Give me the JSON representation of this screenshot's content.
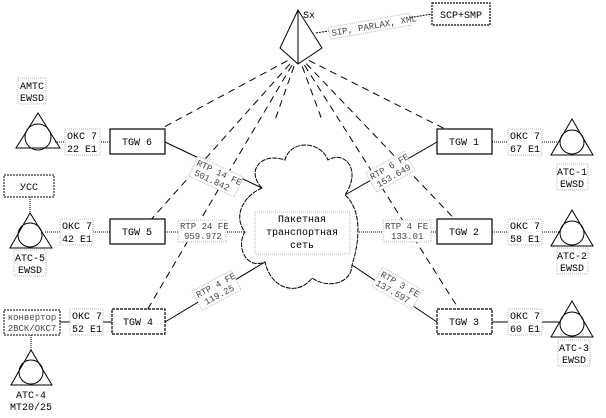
{
  "sx": {
    "label": "Sx"
  },
  "scp": {
    "label": "SCP+SMP"
  },
  "sx_link": {
    "label": "SIP, PARLAX, XML"
  },
  "cloud": {
    "line1": "Пакетная",
    "line2": "транспортная",
    "line3": "сеть"
  },
  "gateways": [
    {
      "id": "tgw1",
      "label": "TGW 1",
      "okc1": "ОКС 7",
      "okc2": "67 E1",
      "rtp1": "RTP 6 FE",
      "rtp2": "153.649",
      "exch1": "АТС-1",
      "exch2": "EWSD"
    },
    {
      "id": "tgw2",
      "label": "TGW 2",
      "okc1": "ОКС 7",
      "okc2": "58 E1",
      "rtp1": "RTP 4 FE",
      "rtp2": "133.01",
      "exch1": "АТС-2",
      "exch2": "EWSD"
    },
    {
      "id": "tgw3",
      "label": "TGW 3",
      "okc1": "ОКС 7",
      "okc2": "60 E1",
      "rtp1": "RTP 3 FE",
      "rtp2": "137.597",
      "exch1": "АТС-3",
      "exch2": "EWSD"
    },
    {
      "id": "tgw4",
      "label": "TGW 4",
      "okc1": "ОКС 7",
      "okc2": "52 E1",
      "rtp1": "RTP 4 FE",
      "rtp2": "119.25",
      "exch1": "АТС-4",
      "exch2": "МТ20/25"
    },
    {
      "id": "tgw5",
      "label": "TGW 5",
      "okc1": "ОКС 7",
      "okc2": "42 E1",
      "rtp1": "RTP 24 FE",
      "rtp2": "959.972",
      "exch1": "АТС-5",
      "exch2": "EWSD"
    },
    {
      "id": "tgw6",
      "label": "TGW 6",
      "okc1": "ОКС 7",
      "okc2": "22 E1",
      "rtp1": "RTP 14 FE",
      "rtp2": "501.842",
      "exch1": "АМТС",
      "exch2": "EWSD"
    }
  ],
  "ucc": {
    "label": "УСС"
  },
  "converter": {
    "line1": "конвертор",
    "line2": "2ВСК/ОКС7"
  }
}
